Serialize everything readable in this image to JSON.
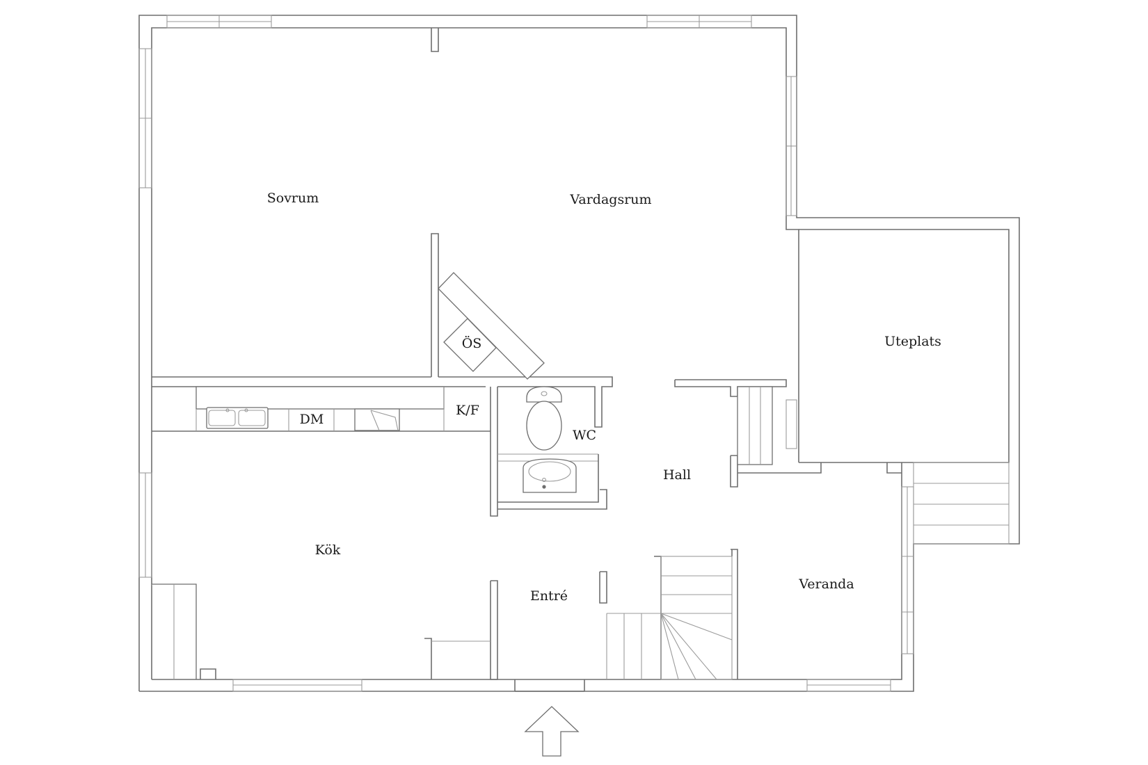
{
  "rooms": {
    "sovrum": "Sovrum",
    "vardagsrum": "Vardagsrum",
    "uteplats": "Uteplats",
    "os": "ÖS",
    "kf": "K/F",
    "dm": "DM",
    "wc": "WC",
    "hall": "Hall",
    "kok": "Kök",
    "entre": "Entré",
    "veranda": "Veranda"
  },
  "colors": {
    "wall": "#6e6e6e",
    "background": "#ffffff",
    "text": "#1a1a1a"
  },
  "icons": {
    "entrance": "entrance-arrow-icon"
  }
}
